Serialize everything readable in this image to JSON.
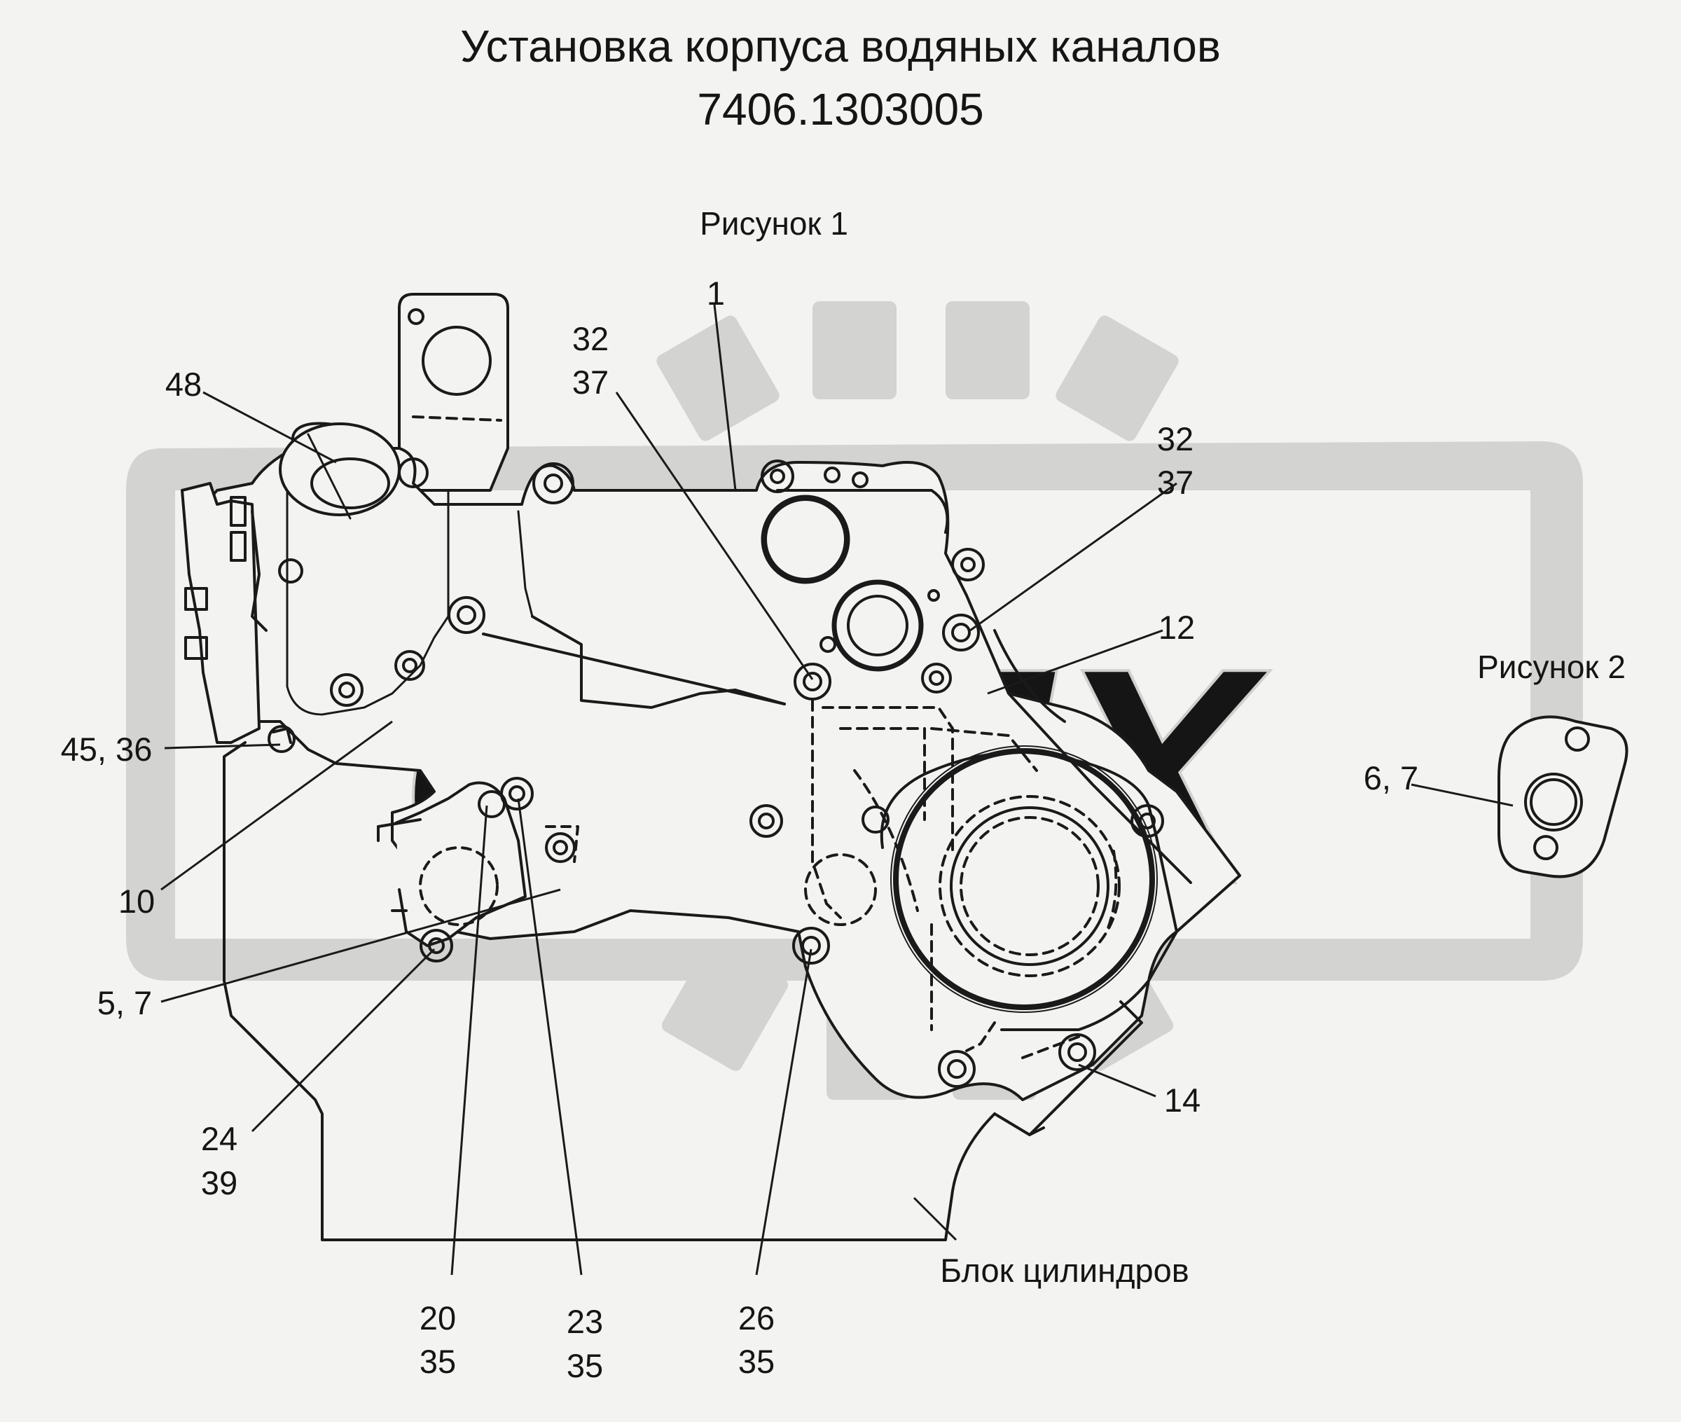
{
  "title": {
    "line1": "Установка корпуса водяных каналов",
    "line2": "7406.1303005"
  },
  "figures": {
    "figure1": "Рисунок 1",
    "figure2": "Рисунок 2"
  },
  "callouts": {
    "c1": "1",
    "c32a": "32",
    "c37a": "37",
    "c32b": "32",
    "c37b": "37",
    "c48": "48",
    "c12": "12",
    "c45_36": "45, 36",
    "c10": "10",
    "c5_7": "5, 7",
    "c24": "24",
    "c39": "39",
    "c20": "20",
    "c35a": "35",
    "c23": "23",
    "c35b": "35",
    "c26": "26",
    "c35c": "35",
    "c14": "14",
    "c6_7": "6, 7"
  },
  "block_label": "Блок цилиндров",
  "watermark": "OPEX",
  "colors": {
    "background": "#f3f3f1",
    "watermark": "#d3d3d1",
    "line": "#1a1a1a"
  }
}
